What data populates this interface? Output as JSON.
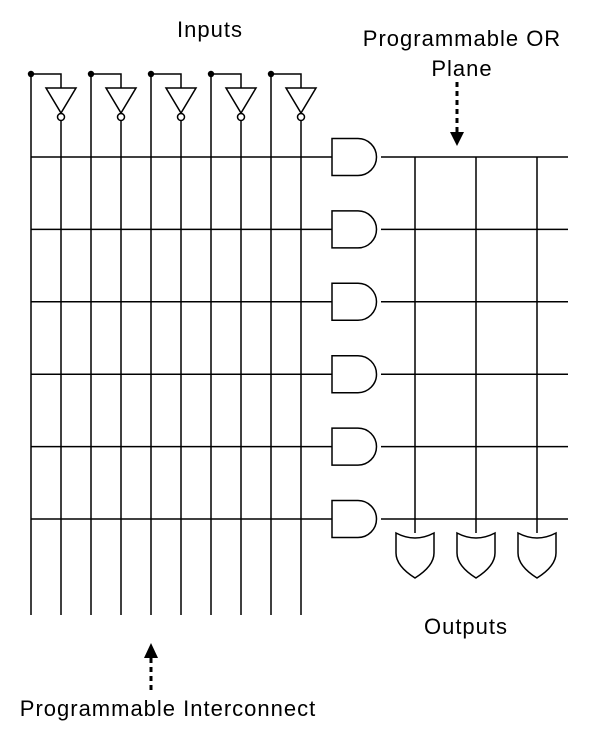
{
  "labels": {
    "inputs": "Inputs",
    "or_plane_line1": "Programmable OR",
    "or_plane_line2": "Plane",
    "outputs": "Outputs",
    "interconnect": "Programmable Interconnect"
  },
  "structure": {
    "input_count": 5,
    "and_gate_count": 6,
    "or_gate_count": 3
  },
  "colors": {
    "line": "#000000",
    "background": "#ffffff"
  }
}
